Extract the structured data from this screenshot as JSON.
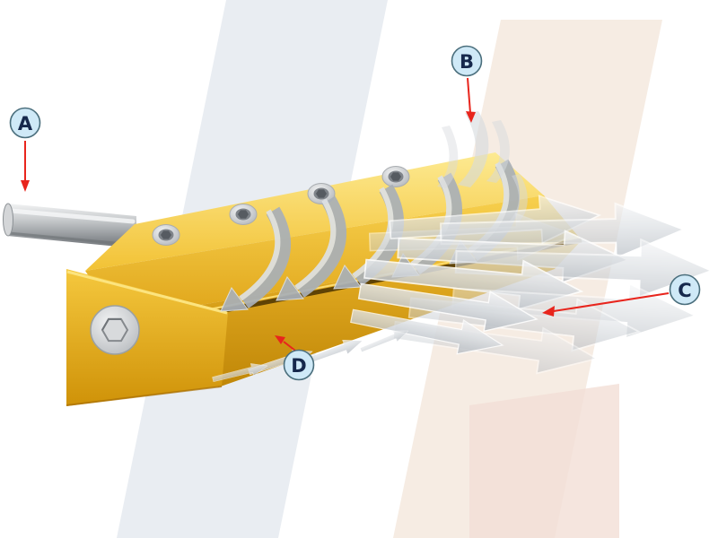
{
  "figure": {
    "labels": [
      {
        "id": "A",
        "text": "A"
      },
      {
        "id": "B",
        "text": "B"
      },
      {
        "id": "C",
        "text": "C"
      },
      {
        "id": "D",
        "text": "D"
      }
    ]
  },
  "colors": {
    "label_fill": "#cfe9f7",
    "label_border": "#4a6e7c",
    "label_text": "#16284c",
    "pointer_red": "#e8251d",
    "body_yellow": "#f3c337",
    "body_yellow_light": "#fdea92",
    "body_yellow_dark": "#c98f12",
    "slot_brown": "#5f4305",
    "metal_silver": "#c6c9cd",
    "flow_arrow_gray": "#b8bec5",
    "background_band_gray": "#e9edf2",
    "background_band_beige": "#f6ece3",
    "background_accent_pink": "#f3ded6",
    "canvas": "#ffffff"
  }
}
